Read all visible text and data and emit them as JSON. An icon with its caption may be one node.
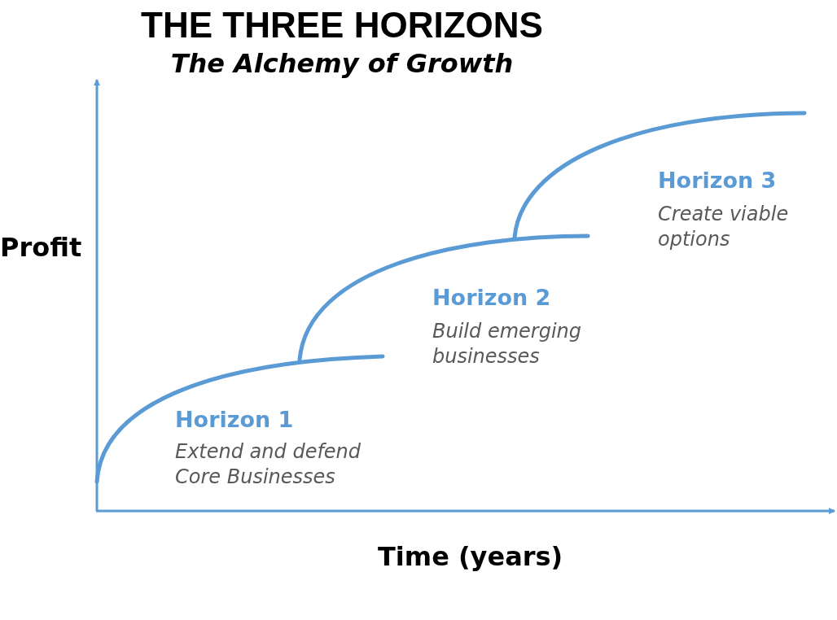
{
  "diagram": {
    "title": "THE THREE HORIZONS",
    "labels": [
      "The Alchemy of Growth",
      "Horizon 3",
      "Create viable options",
      "Profit",
      "Horizon 2",
      "Build emerging businesses",
      "Horizon 1",
      "Extend and defend Core Businesses",
      "Time (years)"
    ]
  }
}
